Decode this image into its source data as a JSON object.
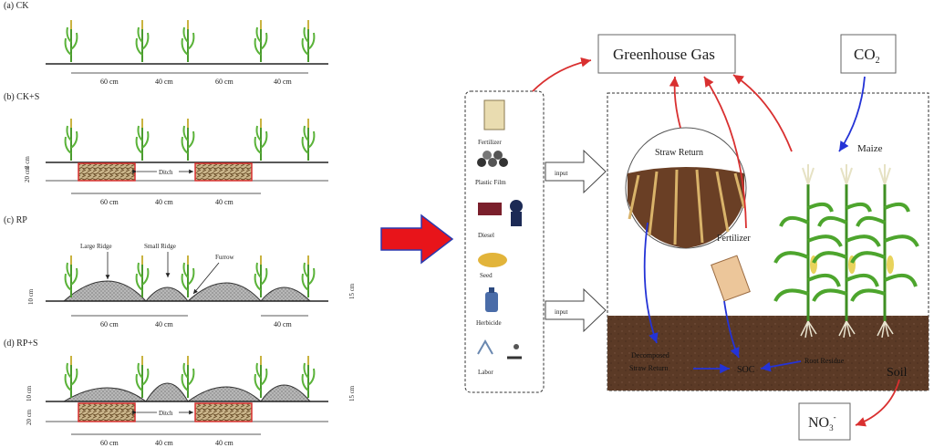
{
  "left_panels": {
    "a": {
      "label": "(a)  CK",
      "dims": [
        "60 cm",
        "40 cm",
        "60 cm",
        "40 cm"
      ]
    },
    "b": {
      "label": "(b) CK+S",
      "dims": [
        "60 cm",
        "40 cm",
        "40 cm"
      ],
      "ditch": "Ditch",
      "depth": "20 cm",
      "depth_small": "8 cm"
    },
    "c": {
      "label": "(c) RP",
      "dims": [
        "60 cm",
        "40 cm",
        "40 cm"
      ],
      "large_ridge": "Large Ridge",
      "small_ridge": "Small Ridge",
      "furrow": "Furrow",
      "left_height": "10 cm",
      "right_height": "15 cm"
    },
    "d": {
      "label": "(d) RP+S",
      "dims": [
        "60 cm",
        "40 cm",
        "40 cm"
      ],
      "ditch": "Ditch",
      "left_top": "10 cm",
      "left_bottom": "20 cm",
      "right_height": "15 cm"
    }
  },
  "inputs": {
    "items": [
      "Fertilizer",
      "Plastic Film",
      "Diesel",
      "Seed",
      "Herbicide",
      "Labor"
    ],
    "arrow_labels": [
      "input",
      "input"
    ]
  },
  "system": {
    "greenhouse_gas": "Greenhouse Gas",
    "co2": "CO",
    "co2_sub": "2",
    "straw_return": "Straw Return",
    "fertilizer": "Fertilizer",
    "maize": "Maize",
    "soil": "Soil",
    "soc": "SOC",
    "decomposed_1": "Decomposed",
    "decomposed_2": "Straw Return",
    "root_residue": "Root Residue",
    "no3": "NO",
    "no3_sub": "3",
    "no3_sup": "-"
  }
}
